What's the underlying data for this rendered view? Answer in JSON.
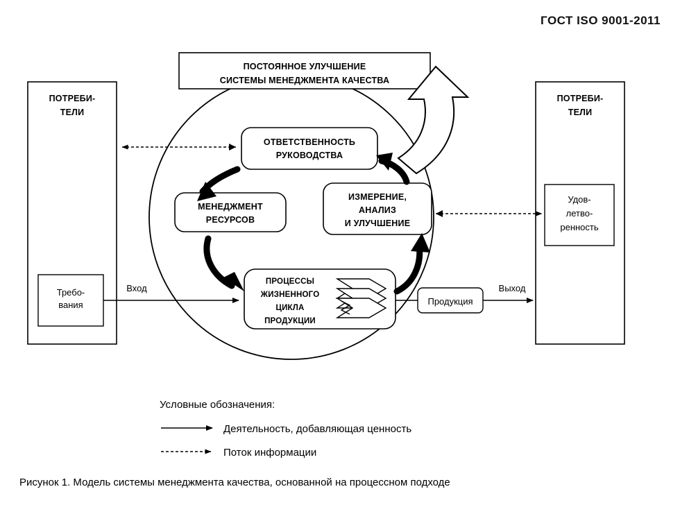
{
  "header": {
    "standard_code": "ГОСТ ISO 9001-2011"
  },
  "diagram": {
    "top_banner": {
      "line1": "ПОСТОЯННОЕ УЛУЧШЕНИЕ",
      "line2": "СИСТЕМЫ МЕНЕДЖМЕНТА КАЧЕСТВА"
    },
    "left_actor": {
      "line1": "ПОТРЕБИ-",
      "line2": "ТЕЛИ"
    },
    "right_actor": {
      "line1": "ПОТРЕБИ-",
      "line2": "ТЕЛИ"
    },
    "nodes": {
      "management_responsibility": {
        "line1": "ОТВЕТСТВЕННОСТЬ",
        "line2": "РУКОВОДСТВА"
      },
      "resource_management": {
        "line1": "МЕНЕДЖМЕНТ",
        "line2": "РЕСУРСОВ"
      },
      "measurement_analysis": {
        "line1": "ИЗМЕРЕНИЕ,",
        "line2": "АНАЛИЗ",
        "line3": "И УЛУЧШЕНИЕ"
      },
      "product_realization": {
        "line1": "ПРОЦЕССЫ",
        "line2": "ЖИЗНЕННОГО",
        "line3": "ЦИКЛА",
        "line4": "ПРОДУКЦИИ"
      },
      "requirements": {
        "line1": "Требо-",
        "line2": "вания"
      },
      "satisfaction": {
        "line1": "Удов-",
        "line2": "летво-",
        "line3": "ренность"
      },
      "product": {
        "line1": "Продукция"
      }
    },
    "flow_labels": {
      "input": "Вход",
      "output": "Выход"
    }
  },
  "legend": {
    "title": "Условные обозначения:",
    "items": [
      {
        "marker": "solid-arrow",
        "label": "Деятельность, добавляющая ценность"
      },
      {
        "marker": "dotted-arrow",
        "label": "Поток информации"
      }
    ]
  },
  "caption": {
    "text": "Рисунок 1. Модель системы менеджмента качества, основанной на процессном подходе"
  }
}
